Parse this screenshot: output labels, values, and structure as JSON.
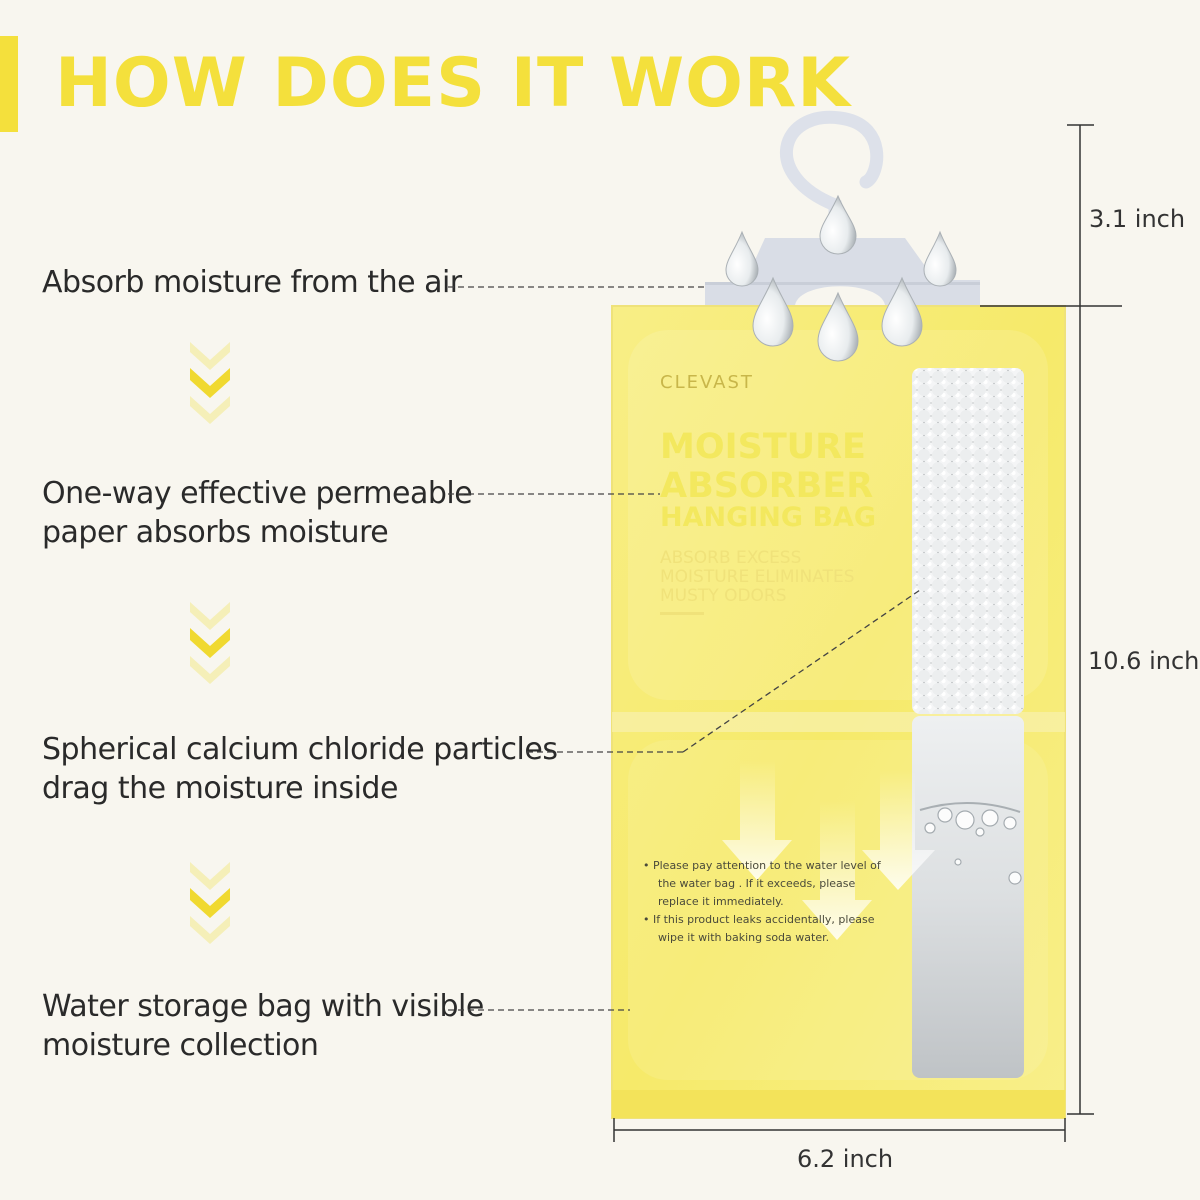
{
  "heading": "HOW DOES IT WORK",
  "features": [
    {
      "lines": [
        "Absorb moisture from the air"
      ]
    },
    {
      "lines": [
        "One-way effective permeable",
        "paper absorbs moisture"
      ]
    },
    {
      "lines": [
        "Spherical calcium chloride particles",
        "drag the moisture inside"
      ]
    },
    {
      "lines": [
        "Water storage bag with visible",
        "moisture collection"
      ]
    }
  ],
  "dimensions": {
    "hook_height": "3.1 inch",
    "bag_height": "10.6  inch",
    "bag_width": "6.2 inch"
  },
  "bag": {
    "brand": "CLEVAST",
    "title_lines": [
      "MOISTURE",
      "ABSORBER",
      "HANGING BAG"
    ],
    "tagline_lines": [
      "ABSORB EXCESS",
      "MOISTURE ELIMINATES",
      "MUSTY ODORS"
    ],
    "notes": [
      "• Please pay attention to the water level of",
      "the water bag . If it exceeds, please",
      "replace it immediately.",
      "• If this product leaks accidentally, please",
      "wipe it with baking soda water."
    ]
  },
  "colors": {
    "accent": "#f4e03c",
    "background": "#f8f6ef",
    "bag": "#f6ec7a"
  }
}
